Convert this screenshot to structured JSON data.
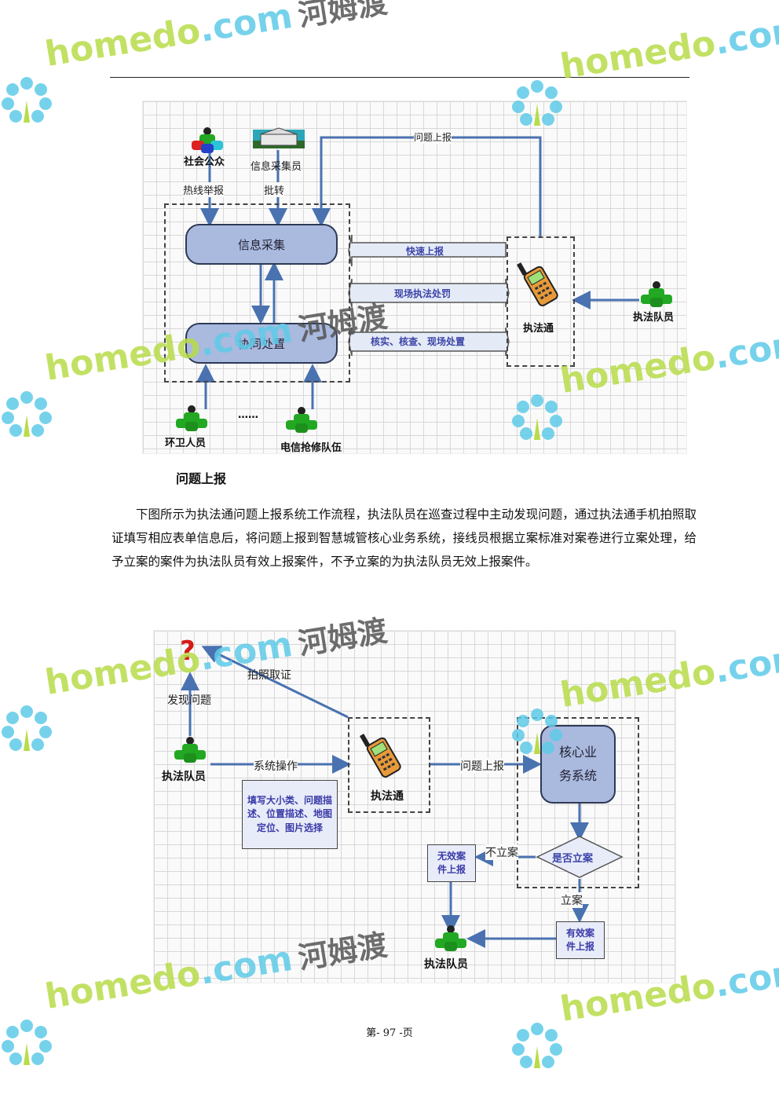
{
  "figure1": {
    "nodes": {
      "public": "社会公众",
      "collector": "信息采集员",
      "info_collection": "信息采集",
      "coop_handling": "协同处置",
      "enforcement_terminal": "执法通",
      "enforcement_team": "执法队员",
      "sanitation": "环卫人员",
      "telecom": "电信抢修队伍",
      "ellipsis": "……"
    },
    "edges": {
      "hotline": "热线举报",
      "forward": "批转",
      "problem_report": "问题上报",
      "quick_report": "快速上报",
      "onsite_penalty": "现场执法处罚",
      "verify": "核实、核查、现场处置"
    }
  },
  "section": {
    "caption": "问题上报",
    "paragraph": "下图所示为执法通问题上报系统工作流程，执法队员在巡查过程中主动发现问题，通过执法通手机拍照取证填写相应表单信息后，将问题上报到智慧城管核心业务系统，接线员根据立案标准对案卷进行立案处理，给予立案的案件为执法队员有效上报案件，不予立案的为执法队员无效上报案件。"
  },
  "figure2": {
    "nodes": {
      "team_top": "执法队员",
      "terminal": "执法通",
      "core_system_line1": "核心业",
      "core_system_line2": "务系统",
      "decision": "是否立案",
      "invalid_line1": "无效案",
      "invalid_line2": "件上报",
      "valid_line1": "有效案",
      "valid_line2": "件上报",
      "team_bottom": "执法队员",
      "question_mark": "?",
      "form_note": "填写大小类、问题描述、位置描述、地图定位、图片选择"
    },
    "edges": {
      "discover": "发现问题",
      "photo": "拍照取证",
      "operate": "系统操作",
      "report": "问题上报",
      "not_filed": "不立案",
      "filed": "立案"
    }
  },
  "footer": {
    "page": "第- 97 -页"
  },
  "watermark": {
    "site": "homedo",
    "tld": ".com",
    "cn": "河姆渡"
  },
  "colors": {
    "arrow": "#4a72b0",
    "box_fill": "#aab9de",
    "person": "#22a822",
    "note_text": "#3a3aa8"
  }
}
